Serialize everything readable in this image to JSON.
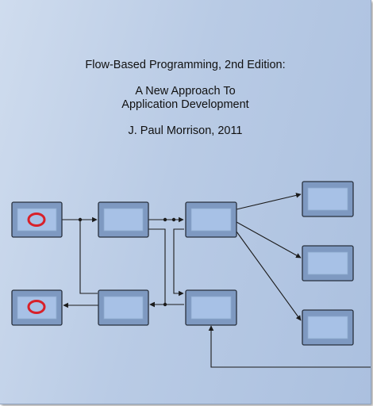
{
  "cover": {
    "title_line1": "Flow-Based Programming, 2nd Edition:",
    "subtitle_line1": "A New Approach To",
    "subtitle_line2": "Application Development",
    "author_line": "J. Paul Morrison, 2011"
  },
  "colors": {
    "background": "#b9cbe5",
    "box_outer": "#7e99c1",
    "box_inner": "#a7c1e6",
    "io_circle": "#d8202a",
    "line": "#1b1b1b"
  },
  "icons": [
    "input-process-icon",
    "output-process-icon",
    "arrow-icon",
    "ring-icon"
  ]
}
